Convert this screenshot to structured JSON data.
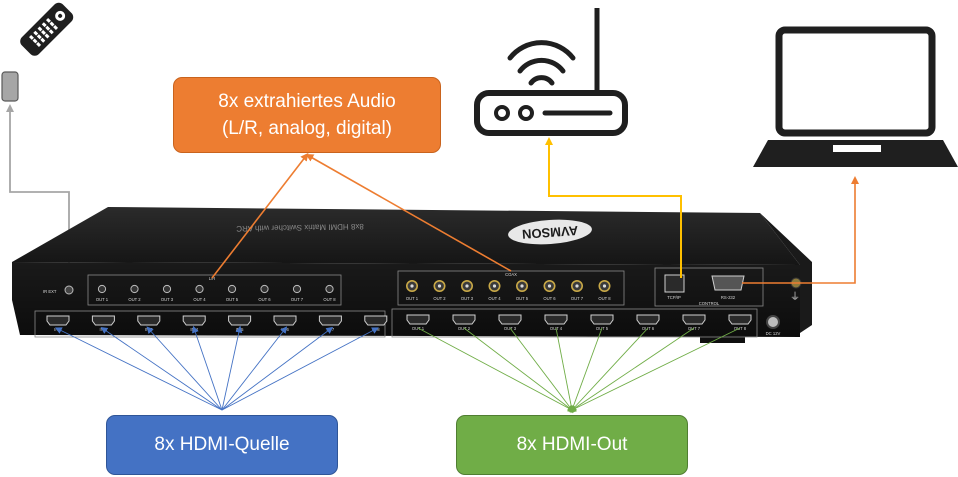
{
  "labels": {
    "audio_line1": "8x extrahiertes Audio",
    "audio_line2": "(L/R, analog, digital)",
    "hdmi_source": "8x HDMI-Quelle",
    "hdmi_out": "8x HDMI-Out"
  },
  "colors": {
    "audio": "#ED7D31",
    "source": "#4472C4",
    "out": "#70AD47",
    "network": "#FFC000",
    "ir": "#A6A6A6",
    "device": "#1f1f1f"
  },
  "device": {
    "brand": "AVMSON",
    "model_text": "8x8 HDMI Matrix Switcher with ARC",
    "ir_ext_label": "IR EXT",
    "lr_label": "L/R",
    "coax_label": "COAX",
    "tcpip_label": "TCP/IP",
    "rs232_label": "RS-232",
    "control_label": "CONTROL",
    "dc_label": "DC 12V",
    "audio_out_ports": [
      "OUT 1",
      "OUT 2",
      "OUT 3",
      "OUT 4",
      "OUT 5",
      "OUT 6",
      "OUT 7",
      "OUT 8"
    ],
    "coax_out_ports": [
      "OUT 1",
      "OUT 2",
      "OUT 3",
      "OUT 4",
      "OUT 5",
      "OUT 6",
      "OUT 7",
      "OUT 8"
    ],
    "hdmi_in_ports": [
      "IN 1",
      "IN 2",
      "IN 3",
      "IN 4",
      "IN 5",
      "IN 6",
      "IN 7",
      "IN 8"
    ],
    "hdmi_out_ports": [
      "OUT 1",
      "OUT 2",
      "OUT 3",
      "OUT 4",
      "OUT 5",
      "OUT 6",
      "OUT 7",
      "OUT 8"
    ]
  },
  "icons": {
    "remote": "remote-control-icon",
    "ir_receiver": "ir-receiver-icon",
    "router": "wifi-router-icon",
    "laptop": "laptop-icon"
  }
}
